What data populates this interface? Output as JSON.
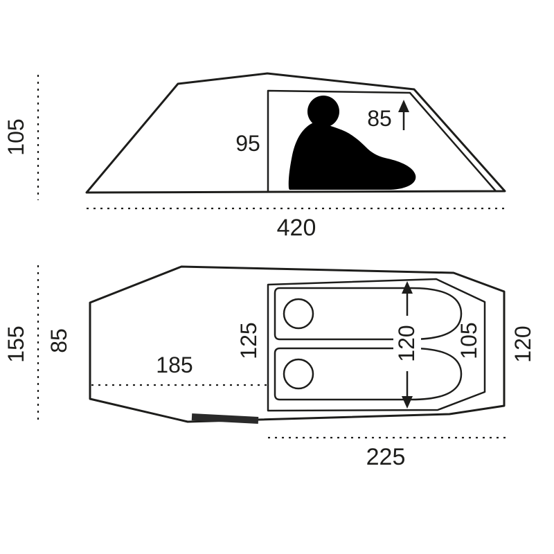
{
  "page": {
    "title": "tent-dimensions-diagram",
    "line_color": "#1d1d1b",
    "background": "#ffffff"
  },
  "side_view": {
    "labels": {
      "height": "105",
      "inner_height": "95",
      "head_room": "85",
      "length": "420"
    }
  },
  "top_view": {
    "labels": {
      "total_width": "155",
      "rear_end_width": "85",
      "vestibule_length": "185",
      "inner_entry_width": "125",
      "inner_width": "120",
      "inner_foot_width": "105",
      "outer_end_width": "120",
      "inner_length": "225"
    }
  }
}
